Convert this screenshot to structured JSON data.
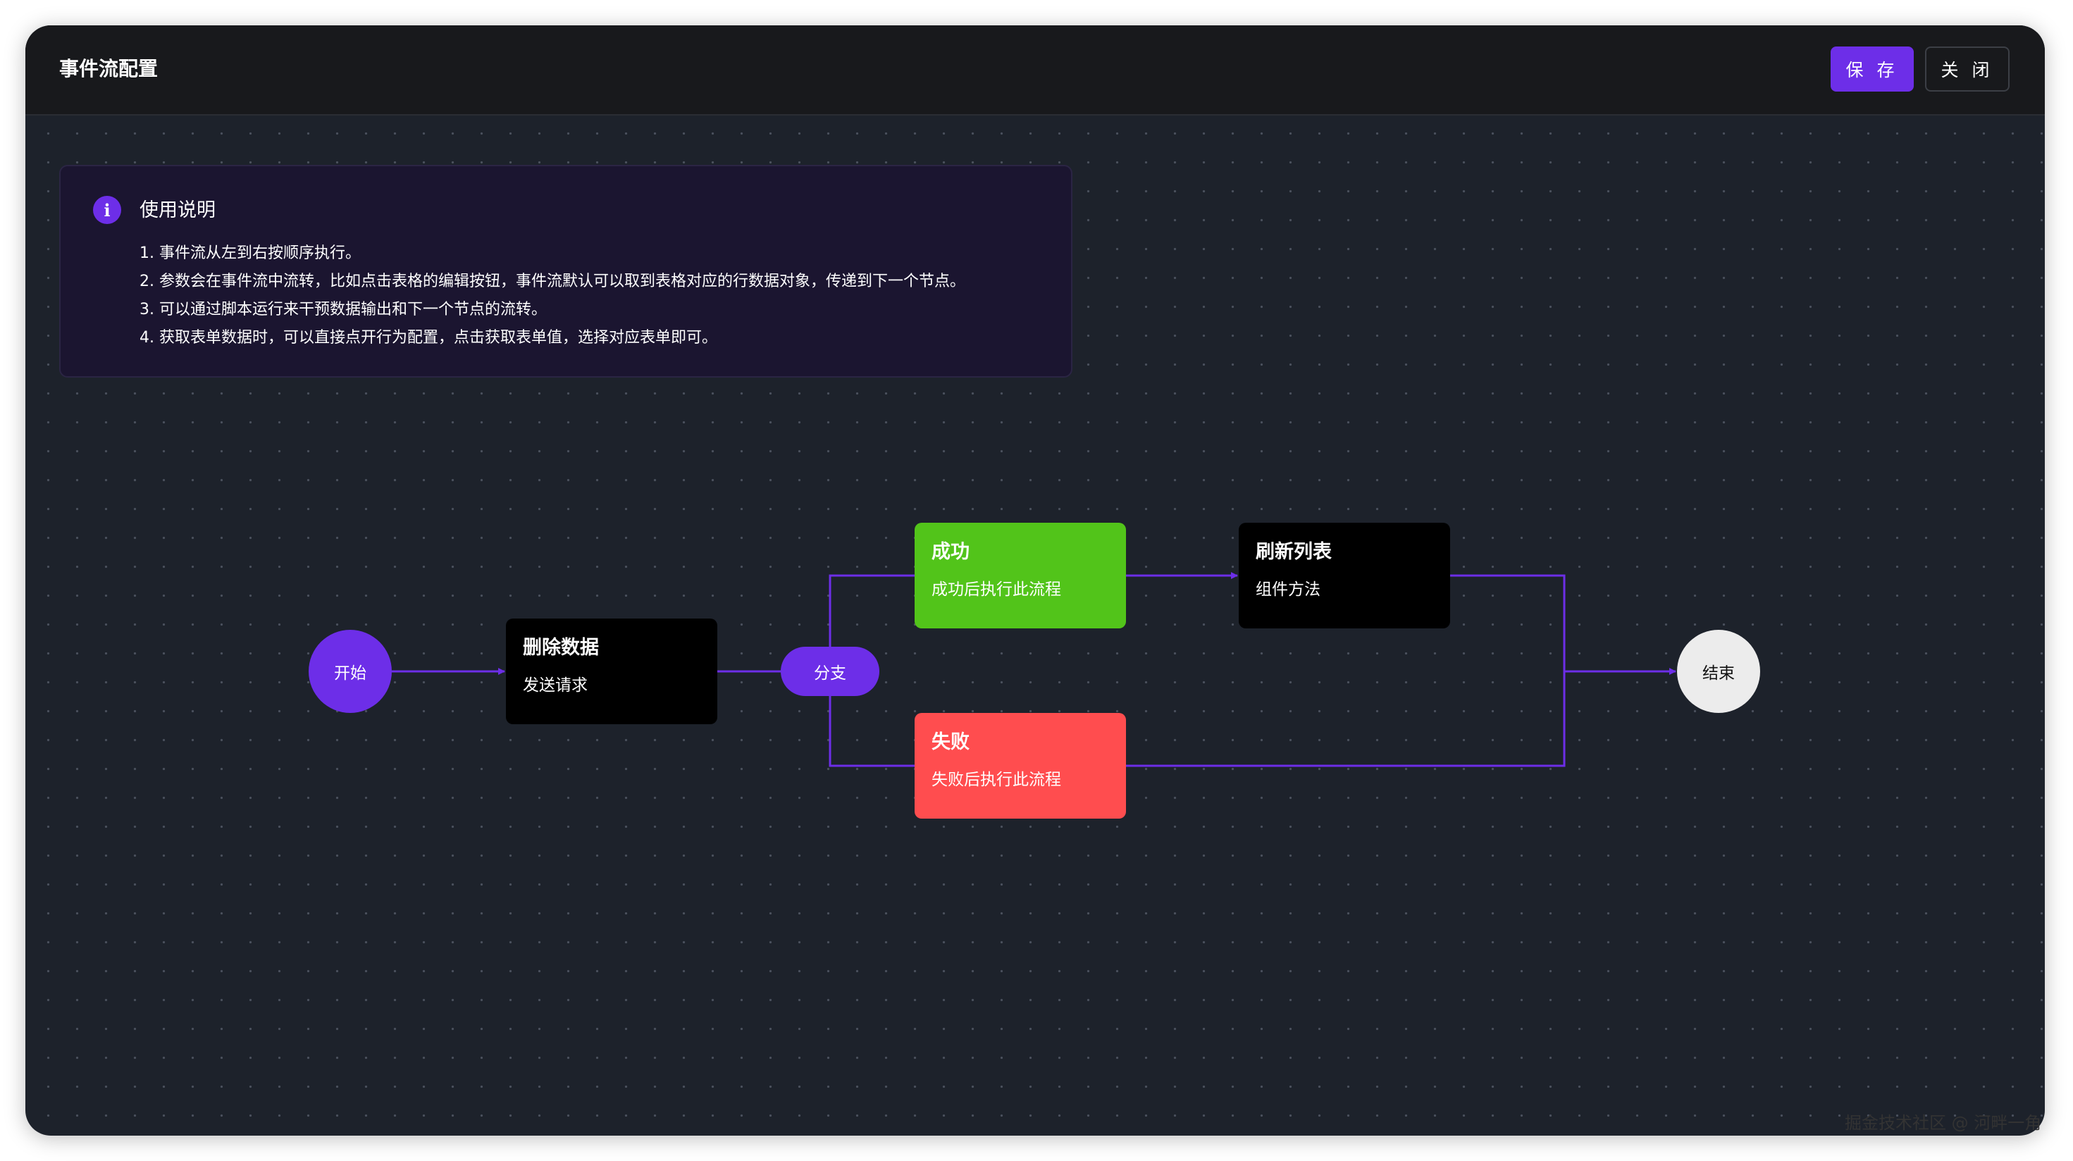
{
  "header": {
    "title": "事件流配置",
    "save_label": "保 存",
    "close_label": "关 闭"
  },
  "info": {
    "icon": "info-icon",
    "icon_glyph": "i",
    "title": "使用说明",
    "items": [
      "1. 事件流从左到右按顺序执行。",
      "2. 参数会在事件流中流转，比如点击表格的编辑按钮，事件流默认可以取到表格对应的行数据对象，传递到下一个节点。",
      "3. 可以通过脚本运行来干预数据输出和下一个节点的流转。",
      "4. 获取表单数据时，可以直接点开行为配置，点击获取表单值，选择对应表单即可。"
    ]
  },
  "flow": {
    "start": "开始",
    "delete": {
      "title": "删除数据",
      "sub": "发送请求"
    },
    "branch": "分支",
    "success": {
      "title": "成功",
      "sub": "成功后执行此流程"
    },
    "refresh": {
      "title": "刷新列表",
      "sub": "组件方法"
    },
    "fail": {
      "title": "失败",
      "sub": "失败后执行此流程"
    },
    "end": "结束"
  },
  "colors": {
    "accent": "#6d2ee8",
    "success": "#52c41a",
    "fail": "#ff4d4f",
    "canvas": "#1d222b"
  },
  "watermark": "掘金技术社区 @ 河畔一角"
}
